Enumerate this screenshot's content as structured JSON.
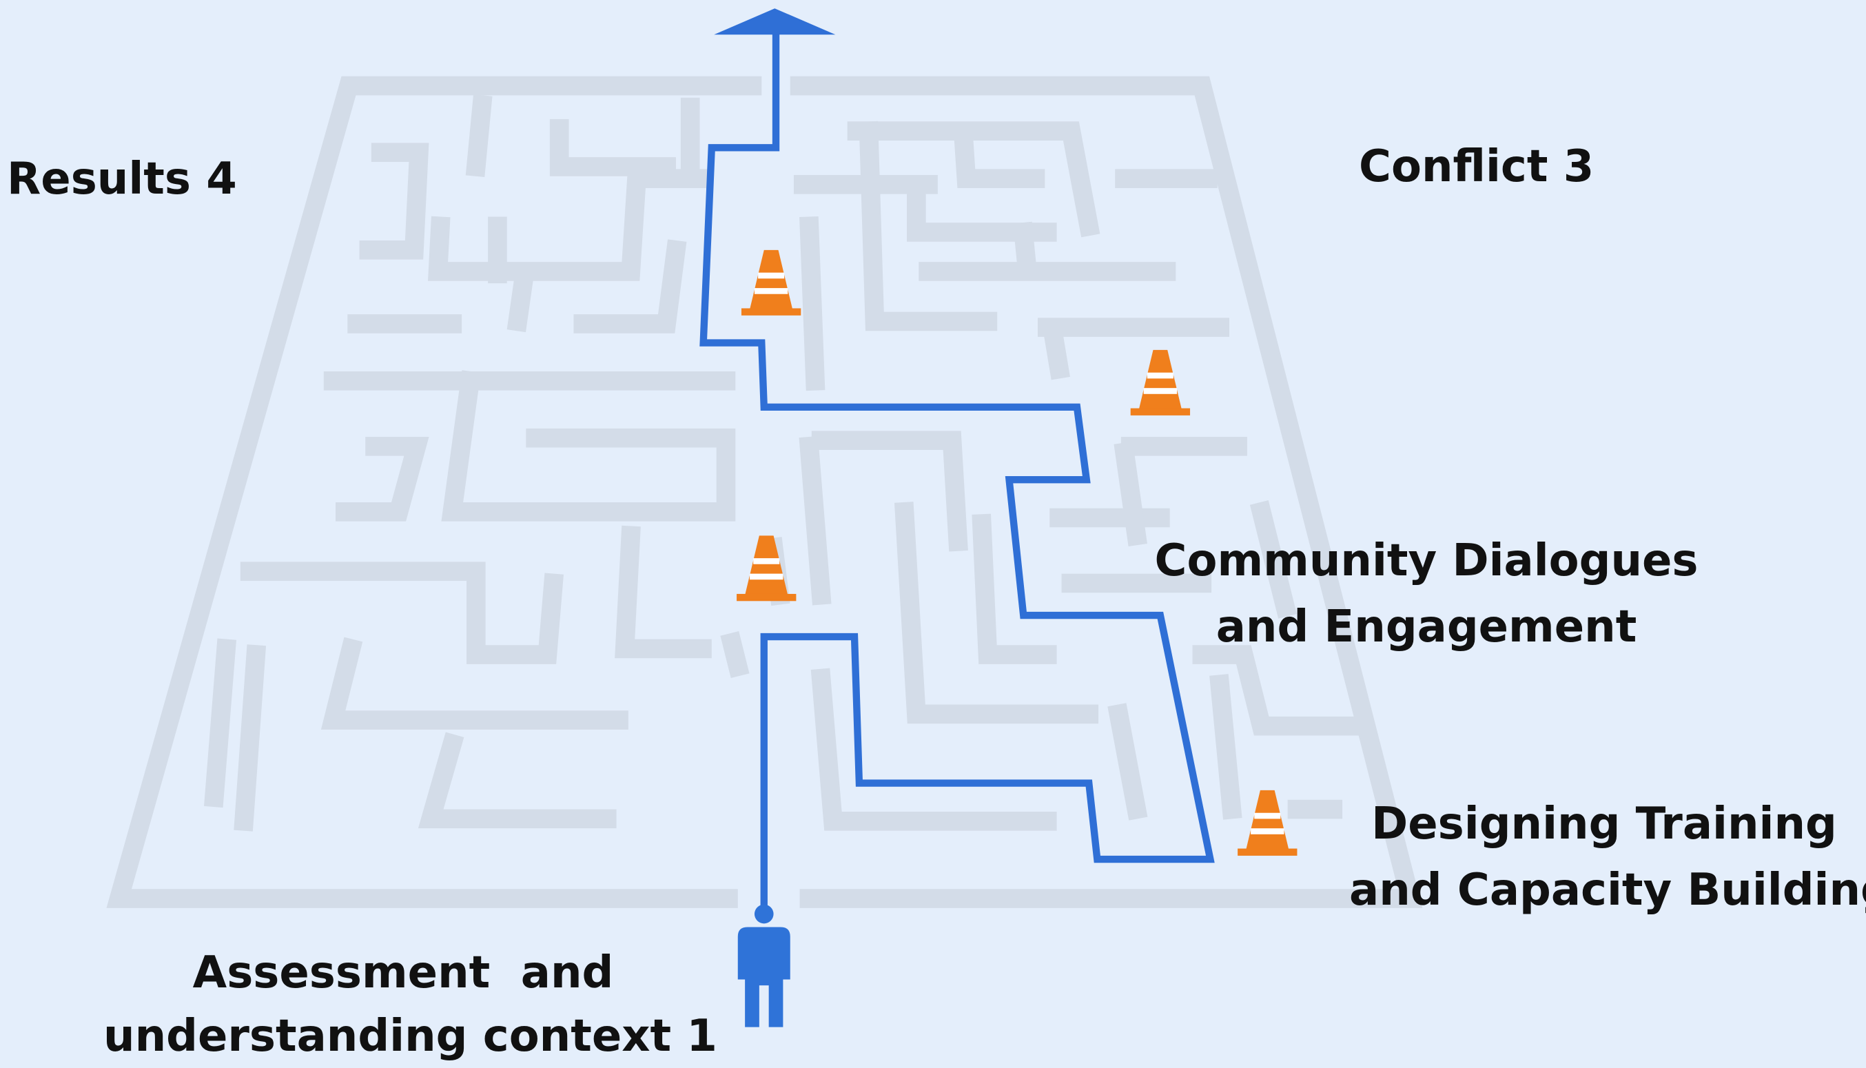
{
  "labels": {
    "step1": {
      "line1": "Assessment  and",
      "line2": "understanding context 1"
    },
    "step2": {
      "line1": "Designing Training",
      "line2": "and Capacity Building"
    },
    "step3": {
      "line1": "Community Dialogues",
      "line2": "and Engagement"
    },
    "conflict": "Conflict 3",
    "results": "Results 4"
  },
  "icons": {
    "person": "person-icon",
    "cone": "traffic-cone-icon",
    "arrow": "arrow-up-icon"
  },
  "colors": {
    "background": "#e4eefb",
    "maze_walls": "#d3dce8",
    "path": "#2f6fd6",
    "person": "#2f73d8",
    "cone": "#f07f1c",
    "text": "#111111"
  }
}
